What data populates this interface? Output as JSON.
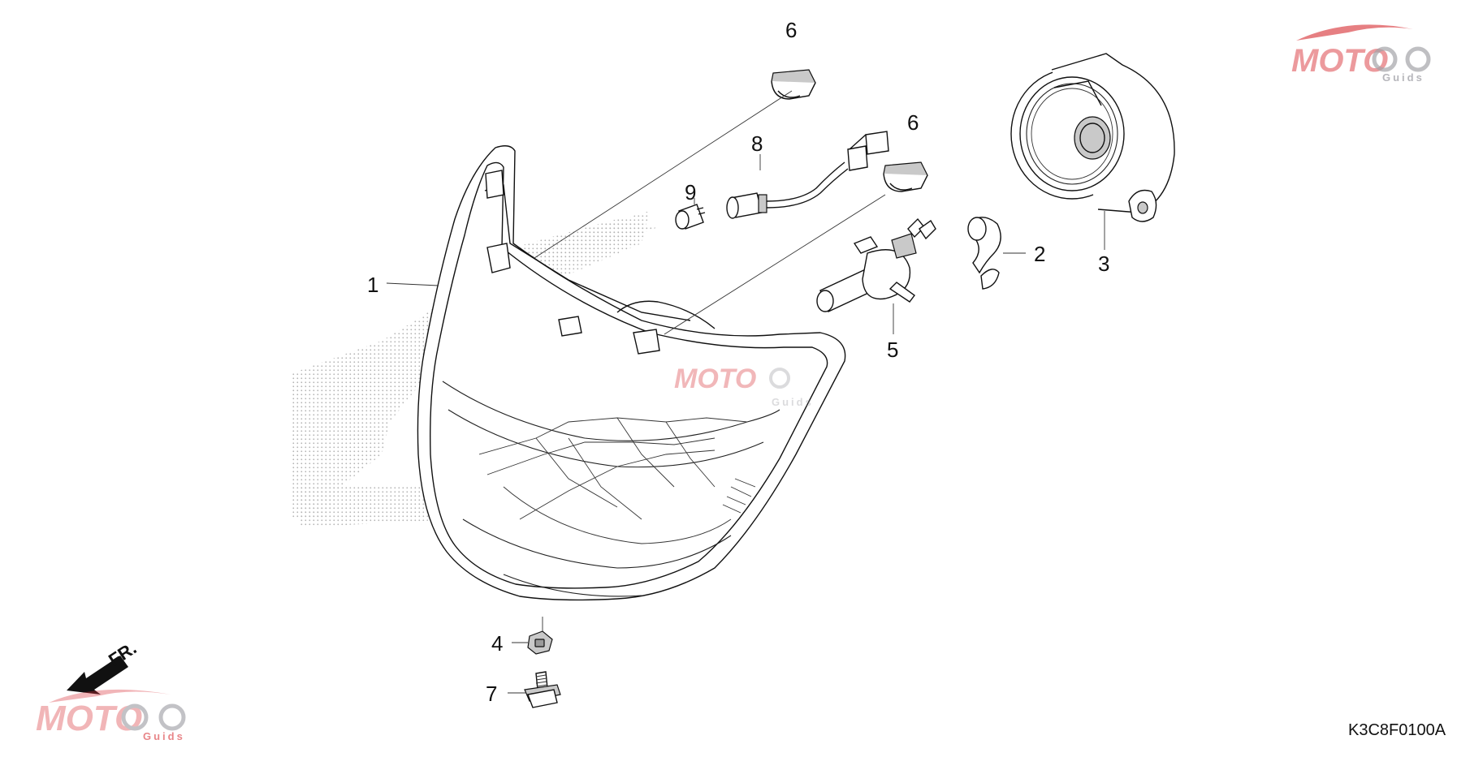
{
  "diagram": {
    "drawing_code": "K3C8F0100A",
    "front_indicator": "FR.",
    "watermark": {
      "brand": "MOTO",
      "sub": "Guids",
      "color_red": "#d9343a",
      "color_gray": "#9a9aa0",
      "color_blue": "#3a5fd9"
    },
    "callouts": [
      {
        "id": "1",
        "label": "1"
      },
      {
        "id": "2",
        "label": "2"
      },
      {
        "id": "3",
        "label": "3"
      },
      {
        "id": "4",
        "label": "4"
      },
      {
        "id": "5",
        "label": "5"
      },
      {
        "id": "6a",
        "label": "6"
      },
      {
        "id": "6b",
        "label": "6"
      },
      {
        "id": "7",
        "label": "7"
      },
      {
        "id": "8",
        "label": "8"
      },
      {
        "id": "9",
        "label": "9"
      }
    ]
  }
}
